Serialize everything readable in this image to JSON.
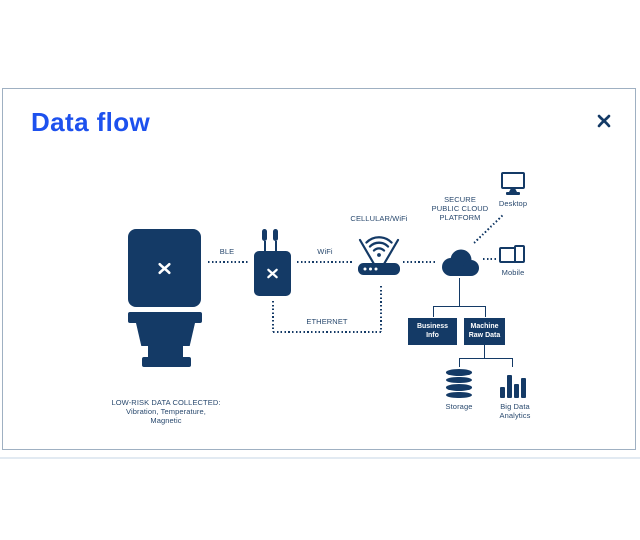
{
  "colors": {
    "navy": "#143a66",
    "title_blue": "#1d51ee",
    "caption": "#29496e",
    "slide_border": "#9fb0c2",
    "box_text": "#ffffff"
  },
  "slide": {
    "title": "Data flow"
  },
  "icons": {
    "brand_logo": "crossed-x-logo",
    "sensor": "pump-sensor",
    "gateway": "gateway-module",
    "router": "wifi-router",
    "cloud": "cloud",
    "desktop": "desktop-monitor",
    "mobile": "tablet-and-phone",
    "storage": "database-cylinder",
    "analytics": "bar-chart"
  },
  "links": {
    "ble": "BLE",
    "wifi": "WiFi",
    "cellular_wifi": "CELLULAR/WiFi",
    "ethernet": "ETHERNET"
  },
  "cloud_label": [
    "SECURE",
    "PUBLIC CLOUD",
    "PLATFORM"
  ],
  "endpoints": {
    "desktop": "Desktop",
    "mobile": "Mobile"
  },
  "boxes": {
    "business": [
      "Business",
      "Info"
    ],
    "machine": [
      "Machine",
      "Raw Data"
    ]
  },
  "outputs": {
    "storage": "Storage",
    "analytics": [
      "Big Data",
      "Analytics"
    ]
  },
  "collected_note": [
    "LOW-RISK DATA COLLECTED:",
    "Vibration, Temperature,",
    "Magnetic"
  ]
}
